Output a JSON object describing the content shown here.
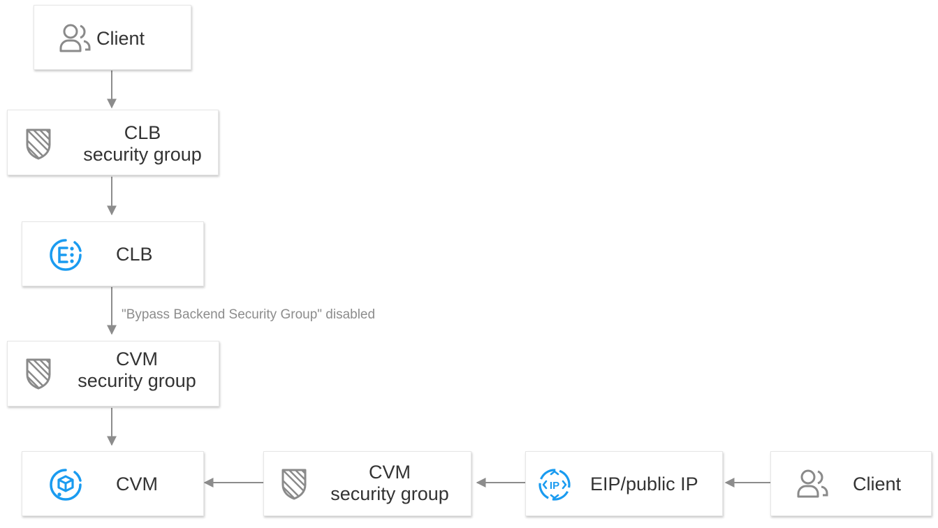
{
  "nodes": {
    "client_top": {
      "label": "Client",
      "icon": "users-icon"
    },
    "clb_sg": {
      "line1": "CLB",
      "line2": "security group",
      "icon": "shield-icon"
    },
    "clb": {
      "label": "CLB",
      "icon": "clb-icon"
    },
    "cvm_sg_top": {
      "line1": "CVM",
      "line2": "security group",
      "icon": "shield-icon"
    },
    "cvm": {
      "label": "CVM",
      "icon": "cvm-icon"
    },
    "cvm_sg_bottom": {
      "line1": "CVM",
      "line2": "security group",
      "icon": "shield-icon"
    },
    "eip": {
      "label": "EIP/public IP",
      "icon": "ip-icon"
    },
    "client_right": {
      "label": "Client",
      "icon": "users-icon"
    }
  },
  "edges": {
    "clb_to_cvm_sg_label": "\"Bypass Backend Security Group\" disabled"
  },
  "colors": {
    "accent_blue": "#1a9bf0",
    "icon_gray": "#8a8a8a",
    "arrow_gray": "#8c8c8c",
    "text": "#333333"
  }
}
